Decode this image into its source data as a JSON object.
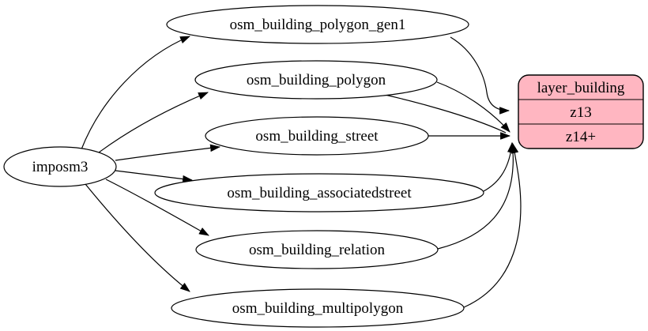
{
  "diagram": {
    "type": "graphviz-flow",
    "background": "#ffffff",
    "edge_color": "#000000",
    "table_node_fill": "#ffffff",
    "table_node_stroke": "#000000",
    "source": {
      "label": "imposm3"
    },
    "tables": [
      {
        "label": "osm_building_polygon_gen1"
      },
      {
        "label": "osm_building_polygon"
      },
      {
        "label": "osm_building_street"
      },
      {
        "label": "osm_building_associatedstreet"
      },
      {
        "label": "osm_building_relation"
      },
      {
        "label": "osm_building_multipolygon"
      }
    ],
    "layer": {
      "title": "layer_building",
      "fill": "#ffb6c1",
      "stroke": "#000000",
      "rows": [
        {
          "label": "z13"
        },
        {
          "label": "z14+"
        }
      ]
    },
    "edges": [
      {
        "from": "imposm3",
        "to": "osm_building_polygon_gen1"
      },
      {
        "from": "imposm3",
        "to": "osm_building_polygon"
      },
      {
        "from": "imposm3",
        "to": "osm_building_street"
      },
      {
        "from": "imposm3",
        "to": "osm_building_associatedstreet"
      },
      {
        "from": "imposm3",
        "to": "osm_building_relation"
      },
      {
        "from": "imposm3",
        "to": "osm_building_multipolygon"
      },
      {
        "from": "osm_building_polygon_gen1",
        "to": "layer_building:z13"
      },
      {
        "from": "osm_building_polygon",
        "to": "layer_building:z14+"
      },
      {
        "from": "osm_building_street",
        "to": "layer_building:z14+"
      },
      {
        "from": "osm_building_associatedstreet",
        "to": "layer_building:z14+"
      },
      {
        "from": "osm_building_relation",
        "to": "layer_building:z14+"
      },
      {
        "from": "osm_building_multipolygon",
        "to": "layer_building:z14+"
      }
    ]
  }
}
